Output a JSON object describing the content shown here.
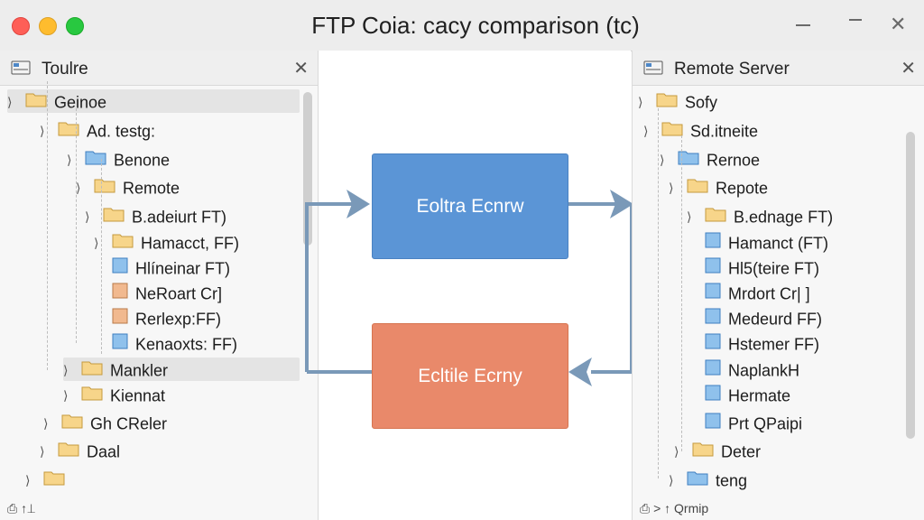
{
  "window": {
    "title": "FTP Coia: cacy comparison (tc)",
    "minimize": "—",
    "close": "✕"
  },
  "left_panel": {
    "title": "Toulre",
    "close": "✕",
    "items": [
      {
        "label": "Geinoe"
      },
      {
        "label": "Ad. testg:"
      },
      {
        "label": "Benone"
      },
      {
        "label": "Remote"
      },
      {
        "label": "B.adeiurt FT)"
      },
      {
        "label": "Hamacct, FF)"
      },
      {
        "label": "Hlíneinar FT)"
      },
      {
        "label": "NeRoart Cr]"
      },
      {
        "label": "Rerlexp:FF)"
      },
      {
        "label": "Kenaoxts: FF)"
      },
      {
        "label": "Mankler"
      },
      {
        "label": "Kiennat"
      },
      {
        "label": "Gh CReler"
      },
      {
        "label": "Daal"
      },
      {
        "label": ""
      }
    ],
    "footer": "⎙ ↑⊥"
  },
  "center": {
    "upper_box": "Eoltra Ecnrw",
    "lower_box": "Ecltile Ecrny",
    "colors": {
      "blue": "#5b95d6",
      "orange": "#e9896a",
      "arrow": "#7a99b8"
    }
  },
  "right_panel": {
    "title": "Remote Server",
    "close": "✕",
    "items": [
      {
        "label": "Sofy"
      },
      {
        "label": "Sd.itneite"
      },
      {
        "label": "Rernoe"
      },
      {
        "label": "Repote"
      },
      {
        "label": "B.ednage FT)"
      },
      {
        "label": "Hamanct (FT)"
      },
      {
        "label": "Hl5(teire FT)"
      },
      {
        "label": "Mrdort Cr| ]"
      },
      {
        "label": "Medeurd FF)"
      },
      {
        "label": "Hstemer FF)"
      },
      {
        "label": "NaplankH"
      },
      {
        "label": "Hermate"
      },
      {
        "label": "Prt QPaipi"
      },
      {
        "label": "Deter"
      },
      {
        "label": "teng"
      }
    ],
    "footer": "⎙ > ↑ Qrmip"
  }
}
